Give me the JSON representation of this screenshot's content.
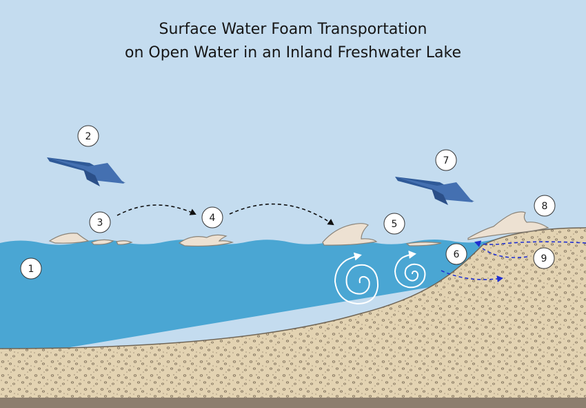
{
  "diagram": {
    "title_line1": "Surface Water Foam Transportation",
    "title_line2": "on Open Water in an Inland Freshwater Lake",
    "markers": [
      {
        "id": "1",
        "label": "1"
      },
      {
        "id": "2",
        "label": "2"
      },
      {
        "id": "3",
        "label": "3"
      },
      {
        "id": "4",
        "label": "4"
      },
      {
        "id": "5",
        "label": "5"
      },
      {
        "id": "6",
        "label": "6"
      },
      {
        "id": "7",
        "label": "7"
      },
      {
        "id": "8",
        "label": "8"
      },
      {
        "id": "9",
        "label": "9"
      }
    ]
  },
  "colors": {
    "sky": "#c4dcef",
    "water": "#4aa6d3",
    "sand": "#e3d3b2",
    "bedrock": "#8c7e6e",
    "wind_arrow": "#3f67a7",
    "foam": "#ede1d2",
    "groundwater_arrow": "#1f2fd0"
  }
}
